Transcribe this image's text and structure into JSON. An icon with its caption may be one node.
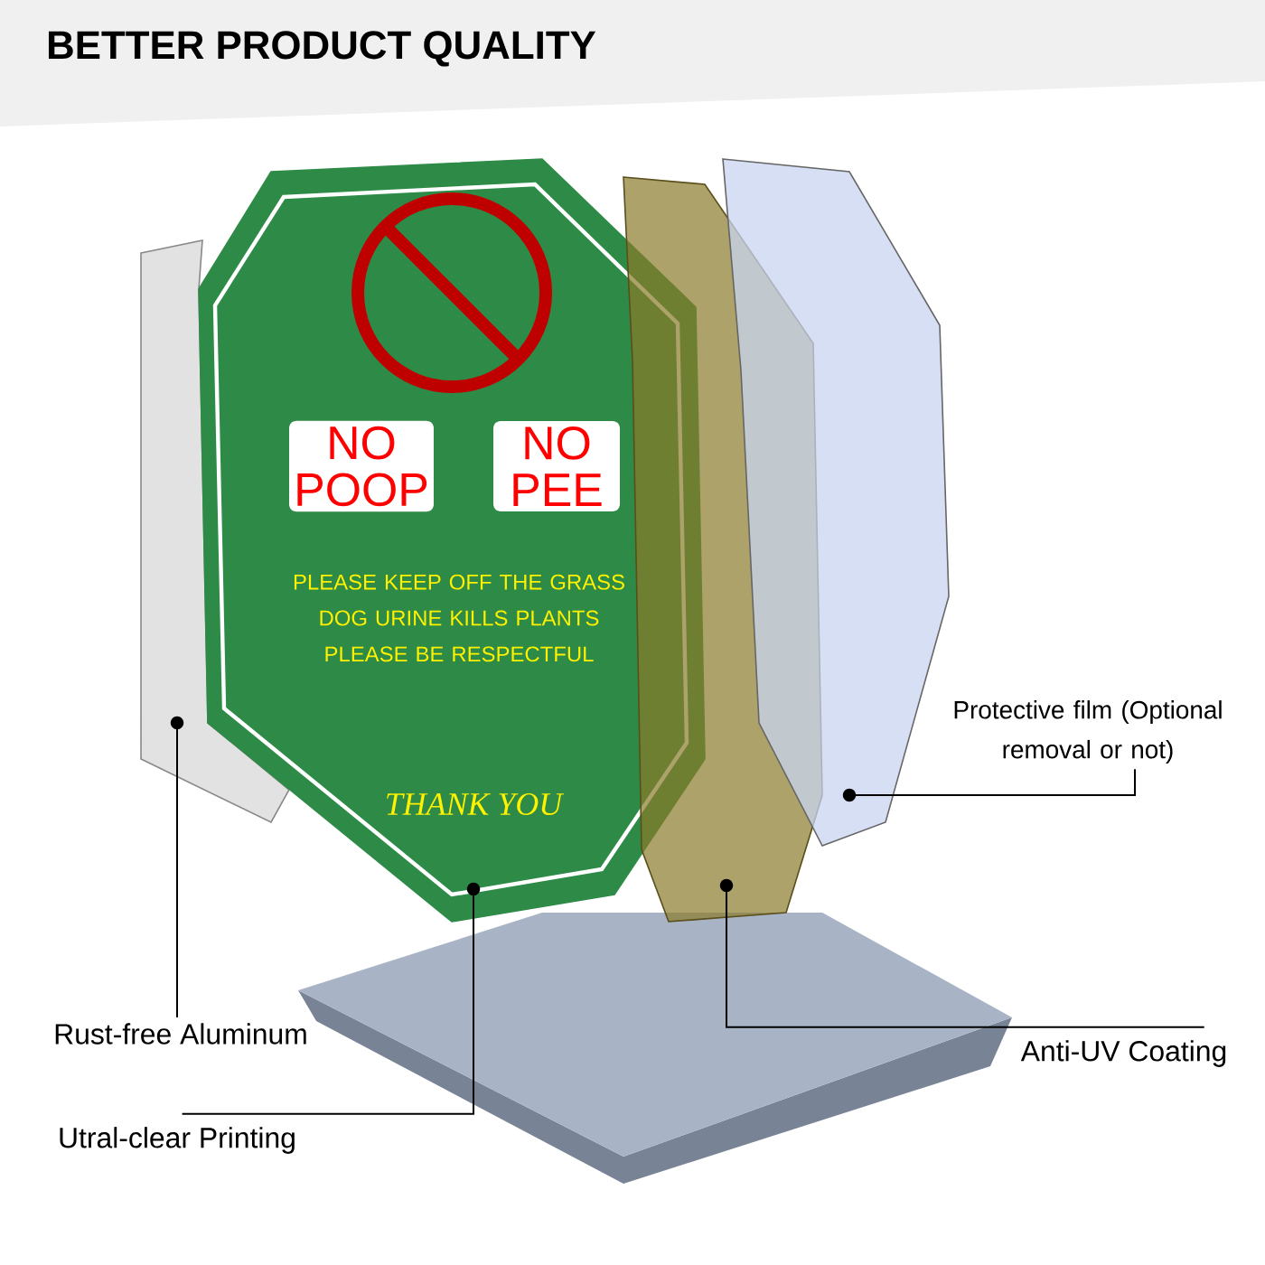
{
  "diagram": {
    "title": "BETTER PRODUCT QUALITY",
    "nodes": [
      {
        "text": [],
        "shape": "octagon"
      },
      {
        "text": [
          "NO POOP",
          "NO PEE",
          "PLEASE KEEP OFF THE GRASS DOG URINE KILLS PLANTS PLEASE BE RESPECTFUL",
          "THANK YOU"
        ]
      },
      {
        "text": [],
        "shape": "octagon"
      },
      {
        "text": [],
        "shape": "octagon"
      },
      {
        "text": [
          "Protective film (Optional removal or not)"
        ]
      },
      {
        "text": [
          "Rust-free Aluminum"
        ]
      },
      {
        "text": [
          "Anti-UV Coating"
        ]
      },
      {
        "text": [
          "Utral-clear Printing"
        ]
      }
    ],
    "edges": [
      {
        "from": 4,
        "to": 3,
        "arrow": "other"
      },
      {
        "from": 5,
        "to": 0,
        "arrow": "other"
      },
      {
        "from": 6,
        "to": 2,
        "arrow": "other"
      },
      {
        "from": 7,
        "to": 1,
        "arrow": "other"
      }
    ]
  }
}
